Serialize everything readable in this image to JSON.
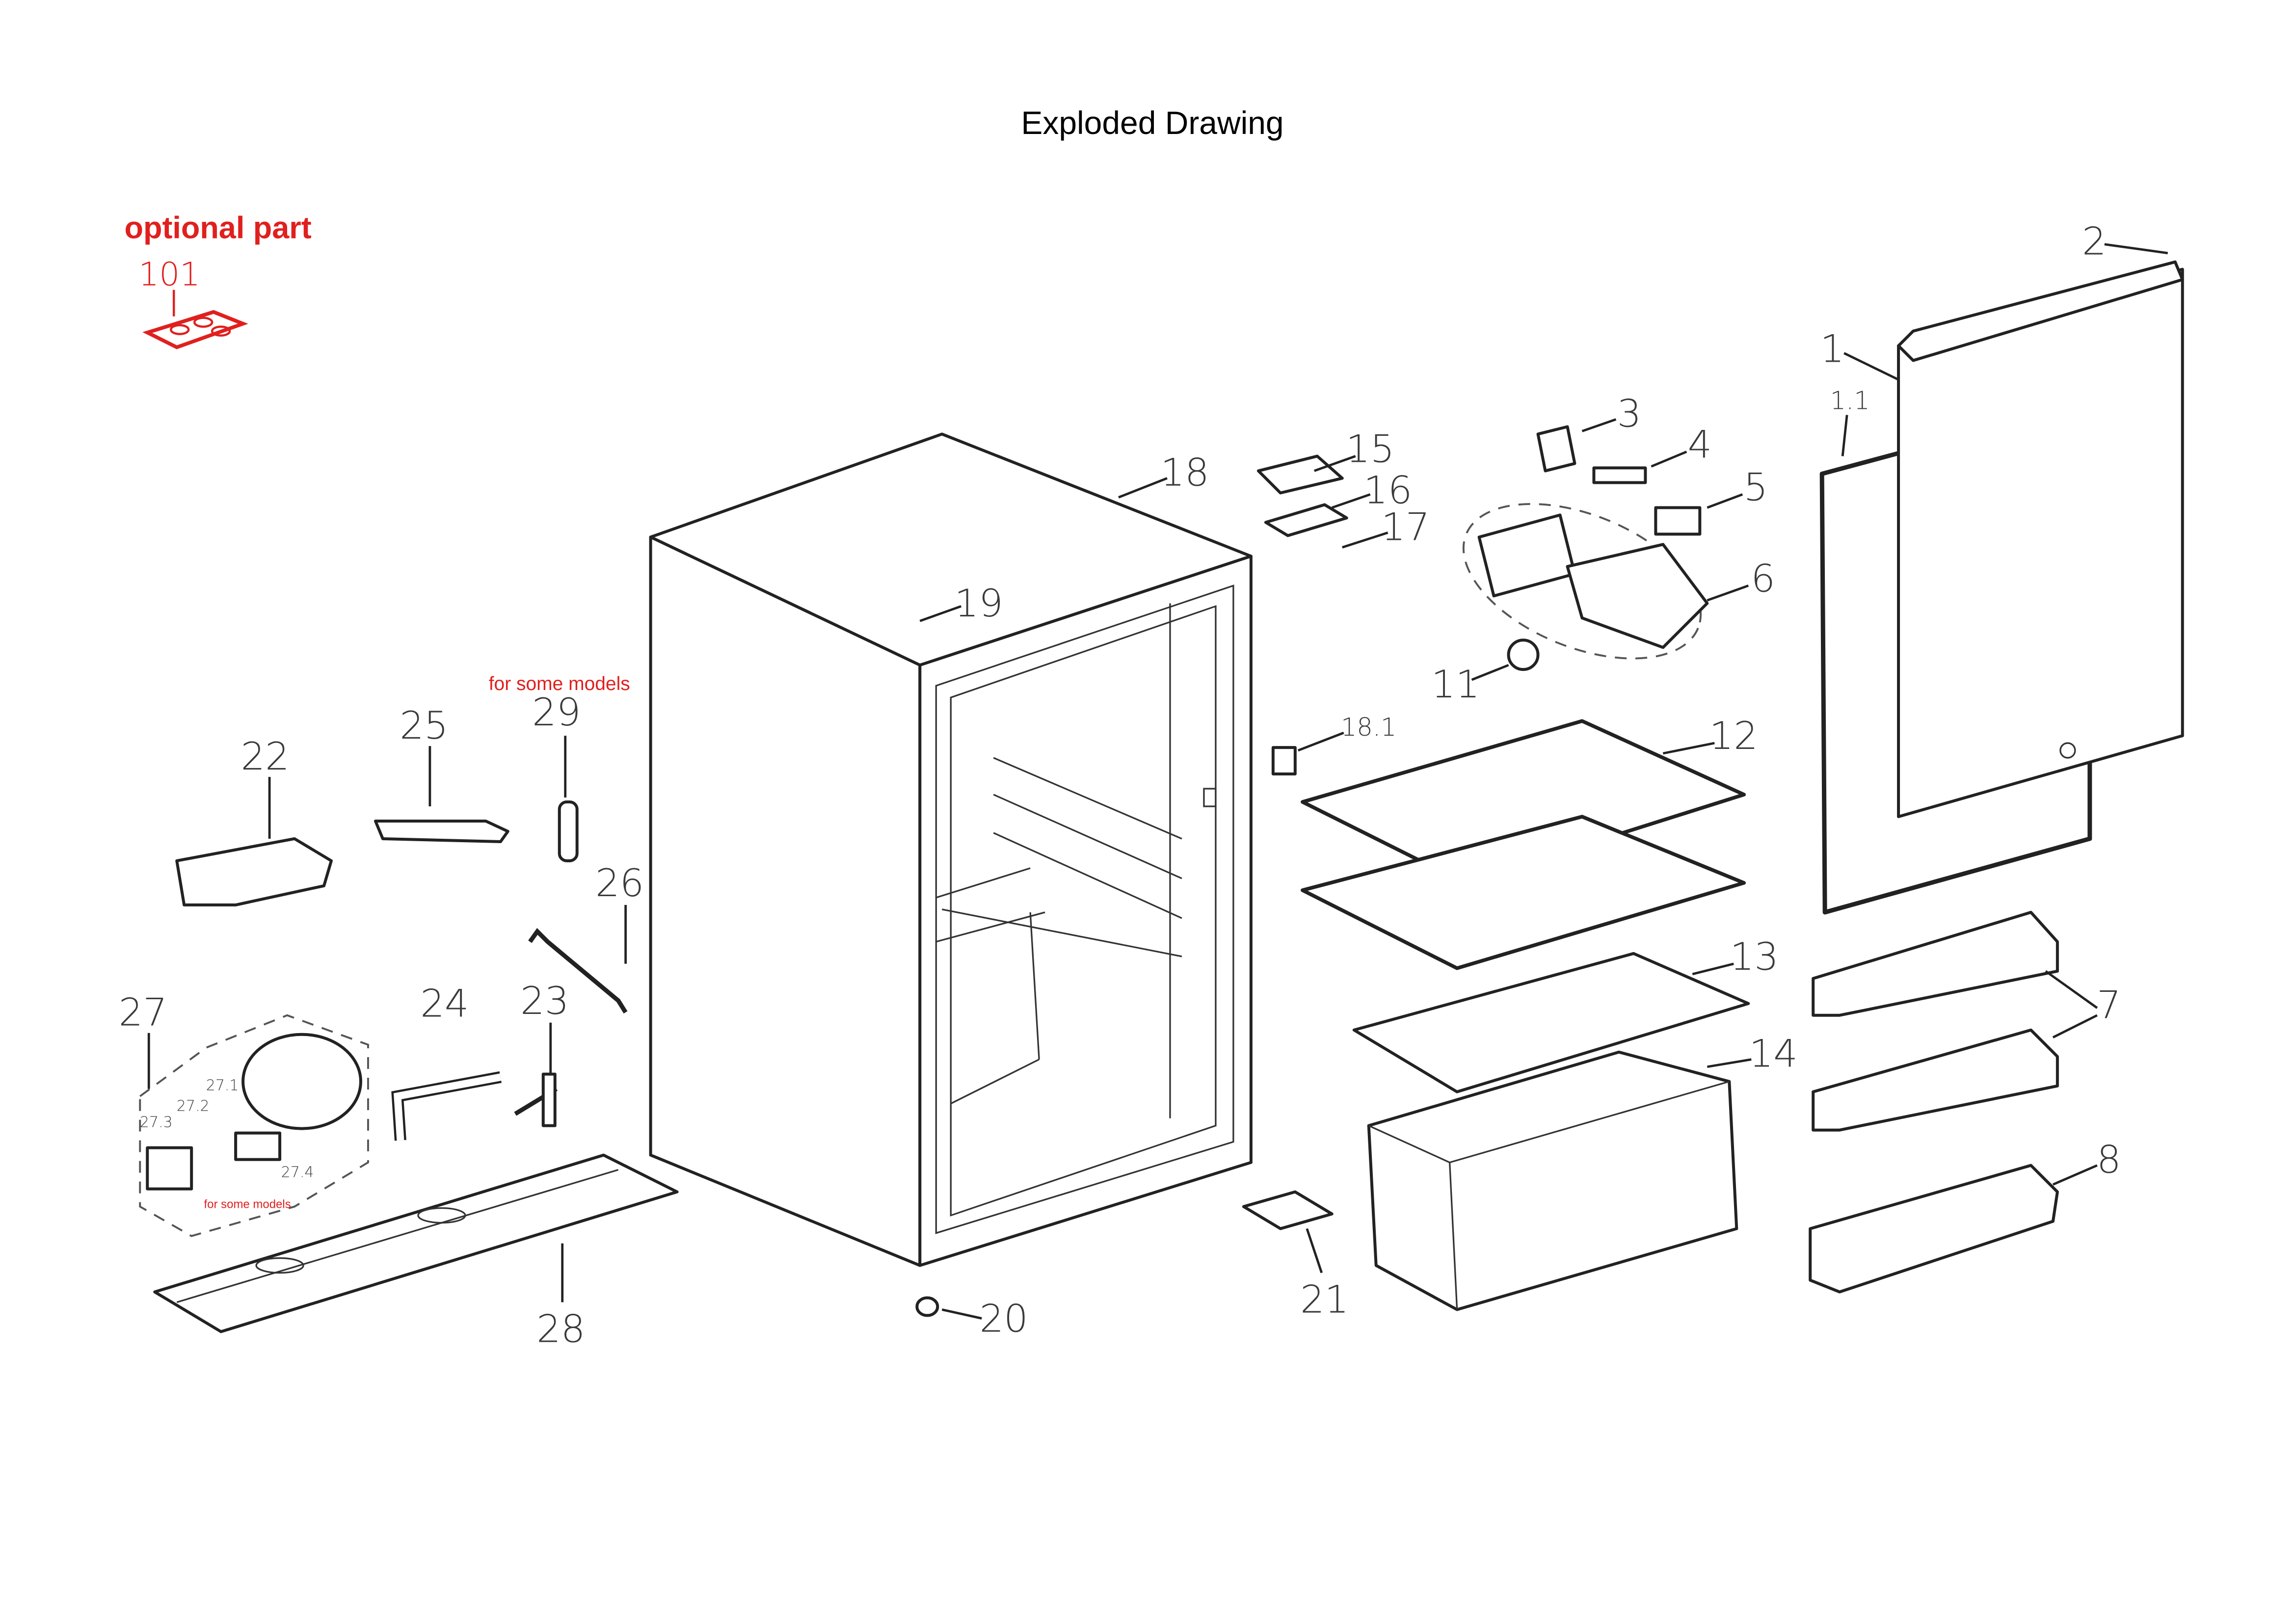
{
  "title": "Exploded Drawing",
  "optional": {
    "heading": "optional part",
    "part": "101",
    "color": "#e0201e"
  },
  "notes": {
    "some_models_29": "for some models",
    "some_models_27": "for some models"
  },
  "labels": {
    "p1": "1",
    "p1_1": "1.1",
    "p2": "2",
    "p3": "3",
    "p4": "4",
    "p5": "5",
    "p6": "6",
    "p7": "7",
    "p8": "8",
    "p11": "11",
    "p12": "12",
    "p13": "13",
    "p14": "14",
    "p15": "15",
    "p16": "16",
    "p17": "17",
    "p18": "18",
    "p18_1": "18.1",
    "p19": "19",
    "p20": "20",
    "p21": "21",
    "p22": "22",
    "p23": "23",
    "p24": "24",
    "p25": "25",
    "p26": "26",
    "p27": "27",
    "p27_1": "27.1",
    "p27_2": "27.2",
    "p27_3": "27.3",
    "p27_4": "27.4",
    "p28": "28",
    "p29": "29"
  }
}
